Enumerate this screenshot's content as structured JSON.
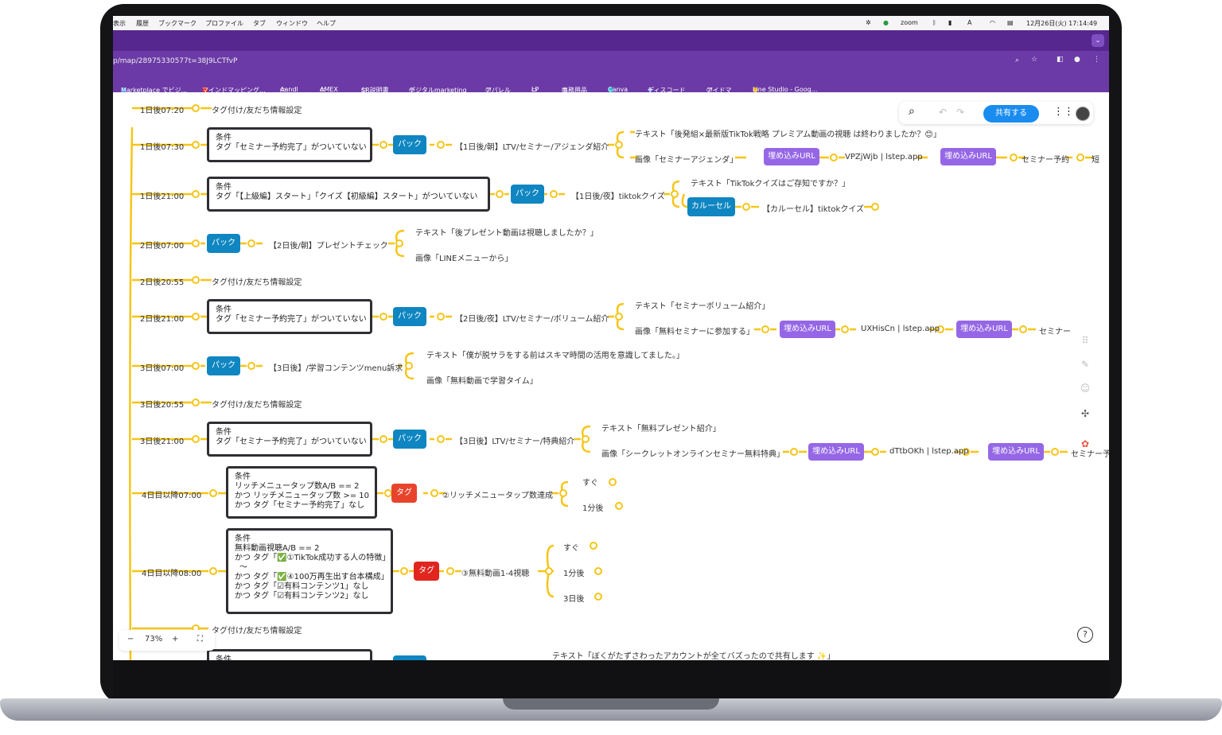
{
  "menubar": {
    "left": [
      "表示",
      "履歴",
      "ブックマーク",
      "プロファイル",
      "タブ",
      "ウィンドウ",
      "ヘルプ"
    ],
    "right_zoom": "zoom",
    "datetime": "12月26日(火) 17:14:49"
  },
  "browser": {
    "url": "p/map/28975330577t=38J9LCTfvP",
    "bookmarks": [
      "Marketplace でビジ...",
      "マインドマッピング...",
      "Aandl",
      "AMEX",
      "SR説明書",
      "デジタルmarketing",
      "アパレル",
      "LP",
      "事務用品",
      "Canva",
      "ディスコード",
      "アイドマ",
      "Line Studio - Goog..."
    ]
  },
  "toolbar": {
    "share_label": "共有する"
  },
  "zoom": {
    "level": "73%",
    "minus": "−",
    "plus": "+"
  },
  "help": "?",
  "rows": {
    "r1": {
      "time": "1日後07:20",
      "label": "タグ付け/友だち情報設定"
    },
    "r2": {
      "time": "1日後07:30",
      "cond1": "条件",
      "cond2": "タグ「セミナー予約完了」がついていない",
      "pack": "パック",
      "title": "【1日後/朝】LTV/セミナー/アジェンダ紹介",
      "t1": "テキスト「後発組×最新版TikTok戦略 プレミアム動画の視聴 は終わりましたか？😊」",
      "t2": "画像「セミナーアジェンダ」",
      "url1": "埋め込みURL",
      "link1": "VPZjWjb | lstep.app",
      "url2": "埋め込みURL",
      "link2": "セミナー予約",
      "link3": "短"
    },
    "r3": {
      "time": "1日後21:00",
      "cond1": "条件",
      "cond2": "タグ「【上級編】スタート」「クイズ【初級編】スタート」がついていない",
      "pack": "パック",
      "title": "【1日後/夜】tiktokクイズ",
      "t1": "テキスト「TikTokクイズはご存知ですか？」",
      "carousel": "カルーセル",
      "t2": "【カルーセル】tiktokクイズ"
    },
    "r4": {
      "time": "2日後07:00",
      "pack": "パック",
      "title": "【2日後/朝】プレゼントチェック",
      "t1": "テキスト「後プレゼント動画は視聴しましたか？」",
      "t2": "画像「LINEメニューから」"
    },
    "r5": {
      "time": "2日後20:55",
      "label": "タグ付け/友だち情報設定"
    },
    "r6": {
      "time": "2日後21:00",
      "cond1": "条件",
      "cond2": "タグ「セミナー予約完了」がついていない",
      "pack": "パック",
      "title": "【2日後/夜】LTV/セミナー/ボリューム紹介",
      "t1": "テキスト「セミナーボリューム紹介」",
      "t2": "画像「無料セミナーに参加する」",
      "url1": "埋め込みURL",
      "link1": "UXHisCn | lstep.app",
      "url2": "埋め込みURL",
      "link2": "セミナー"
    },
    "r7": {
      "time": "3日後07:00",
      "pack": "パック",
      "title": "【3日後】/学習コンテンツmenu訴求",
      "t1": "テキスト「僕が脱サラをする前はスキマ時間の活用を意識してました。」",
      "t2": "画像「無料動画で学習タイム」"
    },
    "r8": {
      "time": "3日後20:55",
      "label": "タグ付け/友だち情報設定"
    },
    "r9": {
      "time": "3日後21:00",
      "cond1": "条件",
      "cond2": "タグ「セミナー予約完了」がついていない",
      "pack": "パック",
      "title": "【3日後】LTV/セミナー/特典紹介",
      "t1": "テキスト「無料プレゼント紹介」",
      "t2": "画像「シークレットオンラインセミナー無料特典」",
      "url1": "埋め込みURL",
      "link1": "dTtbOKh | lstep.app",
      "url2": "埋め込みURL",
      "link2": "セミナー予"
    },
    "r10": {
      "time": "4日目以降07:00",
      "c1": "条件",
      "c2": "リッチメニュータップ数A/B == 2",
      "c3": "かつ リッチメニュータップ数 >= 10",
      "c4": "かつ タグ「セミナー予約完了」なし",
      "tag": "タグ",
      "title": "②リッチメニュータップ数達成",
      "o1": "すぐ",
      "o2": "1分後"
    },
    "r11": {
      "time": "4日目以降08:00",
      "c1": "条件",
      "c2": "無料動画視聴A/B == 2",
      "c3": "かつ タグ「✅①TikTok成功する人の特徴」",
      "c4": "〜",
      "c5": "かつ タグ「✅④100万再生出す台本構成」",
      "c6": "かつ タグ「☑有料コンテンツ1」なし",
      "c7": "かつ タグ「☑有料コンテンツ2」なし",
      "tag": "タグ",
      "title": "③無料動画1-4視聴",
      "o1": "すぐ",
      "o2": "1分後",
      "o3": "3日後"
    },
    "r12": {
      "label": "タグ付け/友だち情報設定"
    },
    "r13": {
      "cond1": "条件",
      "t1": "テキスト「ぼくがたずさわったアカウントが全てバズったので共有します ✨」"
    }
  },
  "colors": {
    "line": "#f5c518",
    "pack": "#0f86c1",
    "url": "#9567e6",
    "tag": "#e8442c",
    "browser": "#6b3aa6",
    "share": "#1a8cf0"
  }
}
